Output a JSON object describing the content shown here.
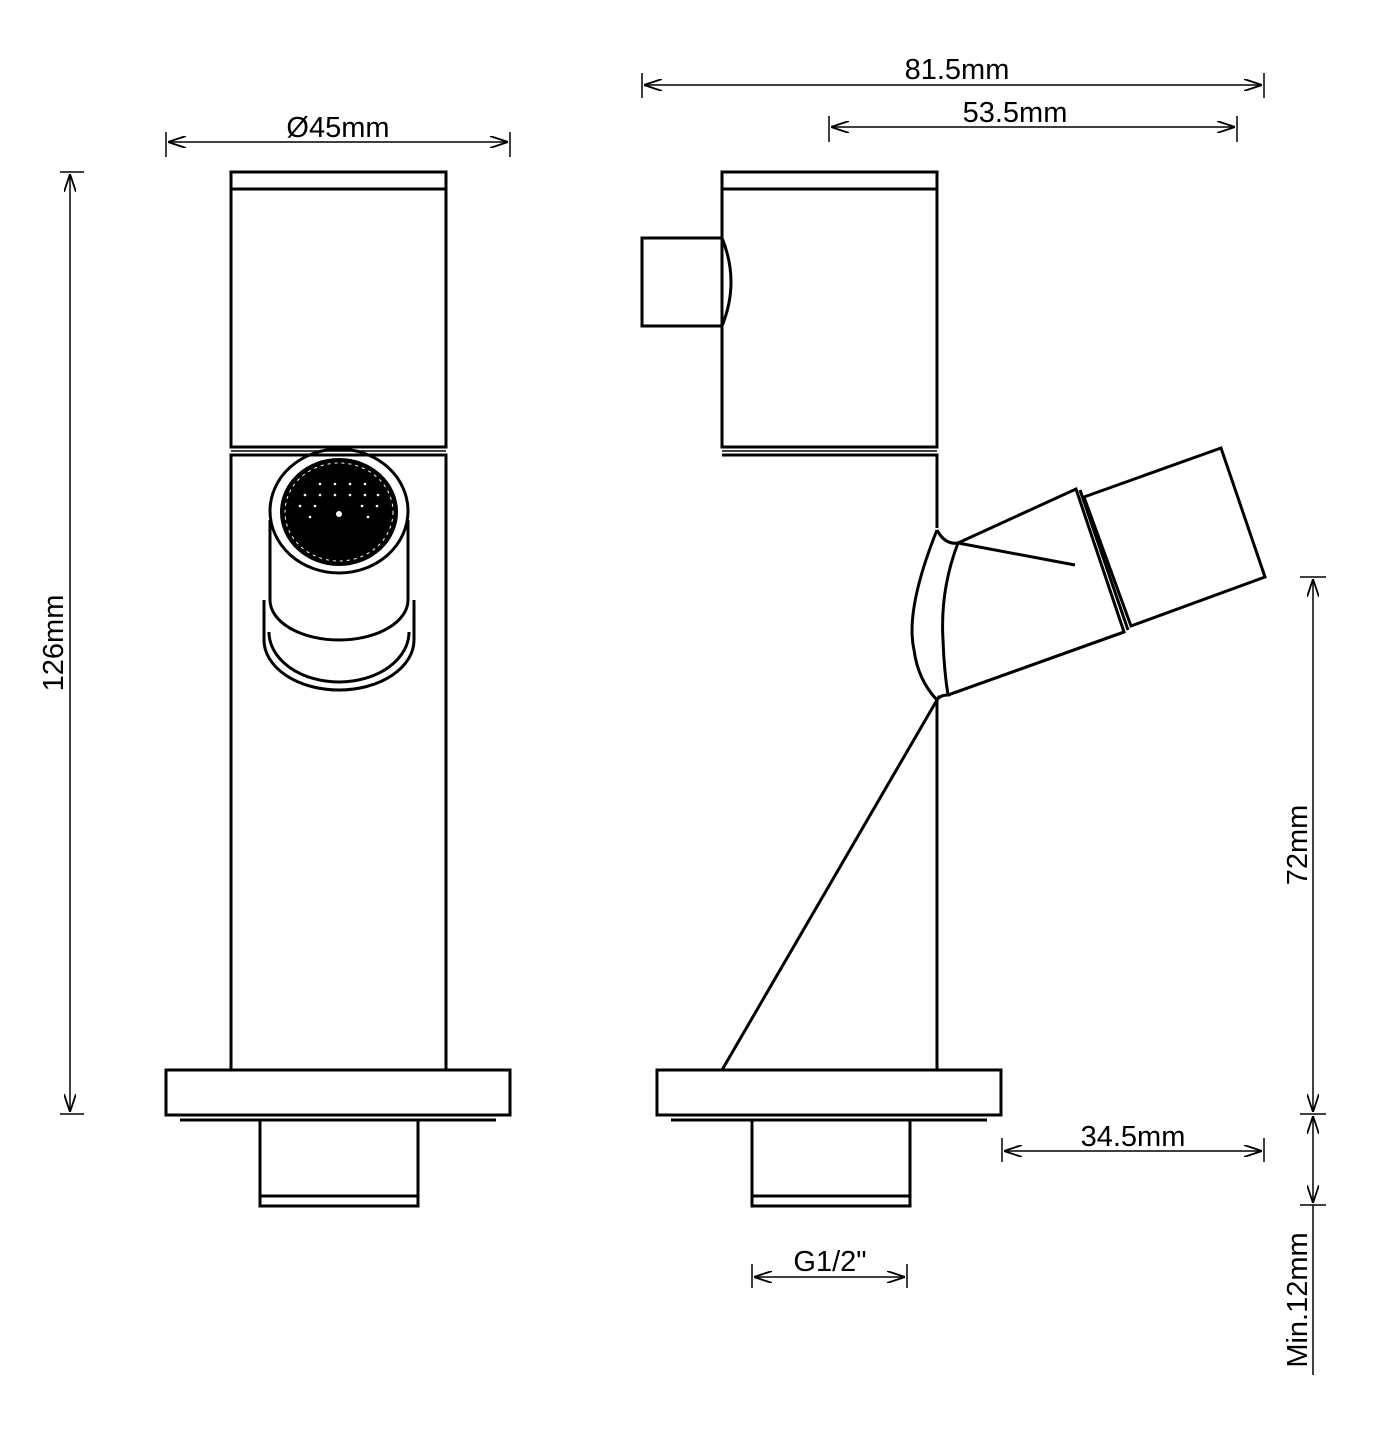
{
  "title": "Basin tap technical drawing",
  "dimensions": {
    "diameter": "Ø45mm",
    "height_total": "126mm",
    "overall_length": "81.5mm",
    "spout_reach": "53.5mm",
    "spout_height": "72mm",
    "min_thread": "Min.12mm",
    "base_to_spout": "34.5mm",
    "thread": "G1/2\""
  },
  "colors": {
    "line": "#000000",
    "background": "#ffffff"
  }
}
